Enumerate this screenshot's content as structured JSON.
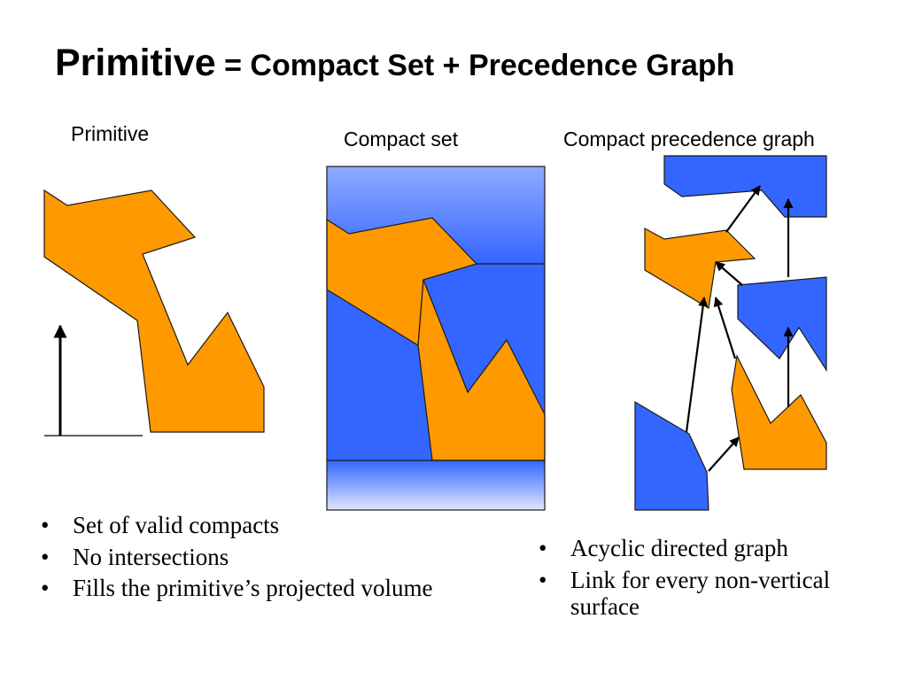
{
  "slide": {
    "title_main": "Primitive",
    "title_rest": " = Compact Set + Precedence Graph"
  },
  "labels": {
    "primitive": "Primitive",
    "compact_set": "Compact set",
    "precedence_graph": "Compact precedence graph"
  },
  "bullets_left": [
    "Set of valid compacts",
    "No intersections",
    "Fills the primitive’s projected volume"
  ],
  "bullets_right": [
    "Acyclic directed graph",
    "Link for every non-vertical surface"
  ],
  "colors": {
    "orange": "#ff9900",
    "blue": "#3366ff",
    "light_blue": "#8faaff",
    "outline": "#1a1a1a"
  }
}
